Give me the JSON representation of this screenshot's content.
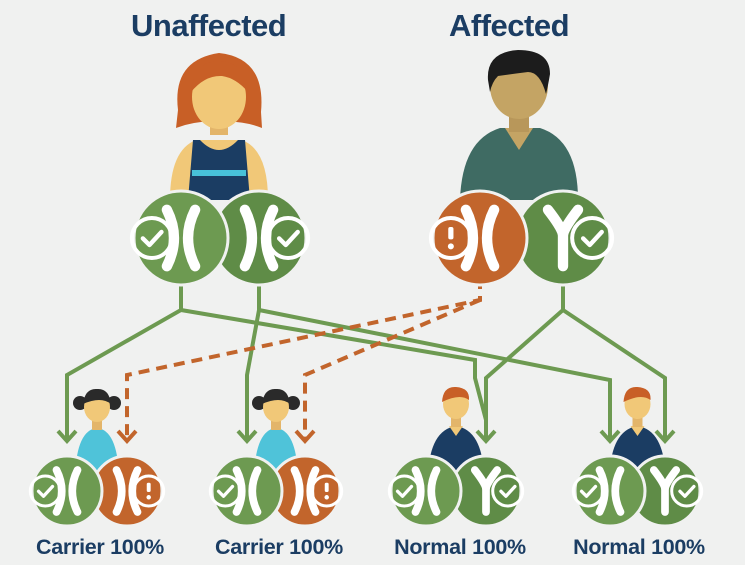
{
  "parents": {
    "mother": {
      "label": "Unaffected",
      "chromosomes": [
        "X",
        "X"
      ],
      "status": [
        "normal",
        "normal"
      ]
    },
    "father": {
      "label": "Affected",
      "chromosomes": [
        "X",
        "Y"
      ],
      "status": [
        "affected",
        "normal"
      ]
    }
  },
  "children": [
    {
      "sex": "female",
      "chromosomes": [
        "X",
        "X"
      ],
      "status": [
        "normal",
        "affected"
      ],
      "label": "Carrier 100%"
    },
    {
      "sex": "female",
      "chromosomes": [
        "X",
        "X"
      ],
      "status": [
        "normal",
        "affected"
      ],
      "label": "Carrier 100%"
    },
    {
      "sex": "male",
      "chromosomes": [
        "X",
        "Y"
      ],
      "status": [
        "normal",
        "normal"
      ],
      "label": "Normal 100%"
    },
    {
      "sex": "male",
      "chromosomes": [
        "X",
        "Y"
      ],
      "status": [
        "normal",
        "normal"
      ],
      "label": "Normal 100%"
    }
  ],
  "colors": {
    "title": "#1b3d63",
    "normal_green": "#6d9a51",
    "normal_green_dark": "#5f8c47",
    "affected_orange": "#c2652c",
    "line_green": "#6d9a51",
    "line_orange_dashed": "#c2652c",
    "background": "#f0f1f0"
  },
  "icons": {
    "normal": "checkmark-icon",
    "affected": "exclamation-icon"
  }
}
